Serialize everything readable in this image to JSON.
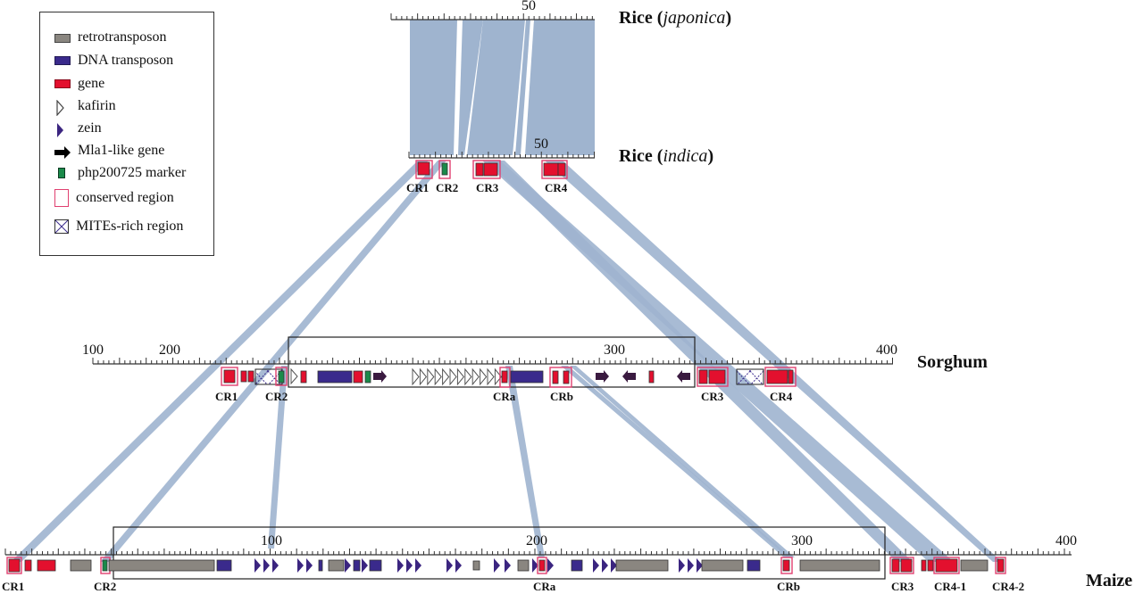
{
  "legend": {
    "items": [
      {
        "key": "retrotransposon",
        "label": "retrotransposon",
        "icon": "grey-box-icon"
      },
      {
        "key": "dna_transposon",
        "label": "DNA transposon",
        "icon": "blue-box-icon"
      },
      {
        "key": "gene",
        "label": "gene",
        "icon": "red-box-icon"
      },
      {
        "key": "kafirin",
        "label": "kafirin",
        "icon": "open-triangle-icon"
      },
      {
        "key": "zein",
        "label": "zein",
        "icon": "filled-triangle-icon"
      },
      {
        "key": "mla1",
        "label": "Mla1-like gene",
        "icon": "arrow-icon"
      },
      {
        "key": "marker",
        "label": "php200725 marker",
        "icon": "green-box-icon"
      },
      {
        "key": "conserved",
        "label": "conserved region",
        "icon": "outlined-box-icon"
      },
      {
        "key": "mites",
        "label": "MITEs-rich region",
        "icon": "crossed-box-icon"
      }
    ]
  },
  "colors": {
    "retrotransposon": "#8a8680",
    "dna_transposon": "#3a2a8c",
    "gene": "#e3102e",
    "marker": "#1a8a4a",
    "zein": "#3b2580",
    "mla1": "#3a1a40",
    "conserved": "#e04070",
    "synteny": "#9fb4cf"
  },
  "tracks": {
    "rice_japonica": {
      "name": "Rice",
      "subspecies": "japonica",
      "tick_label": "50"
    },
    "rice_indica": {
      "name": "Rice",
      "subspecies": "indica",
      "tick_label": "50",
      "regions": [
        "CR1",
        "CR2",
        "CR3",
        "CR4"
      ]
    },
    "sorghum": {
      "name": "Sorghum",
      "tick_labels": [
        "100",
        "200",
        "300",
        "400"
      ],
      "regions": [
        "CR1",
        "CR2",
        "CRa",
        "CRb",
        "CR3",
        "CR4"
      ]
    },
    "maize": {
      "name": "Maize",
      "tick_labels": [
        "100",
        "200",
        "300",
        "400"
      ],
      "regions": [
        "CR1",
        "CR2",
        "CRa",
        "CRb",
        "CR3",
        "CR4-1",
        "CR4-2"
      ]
    }
  }
}
